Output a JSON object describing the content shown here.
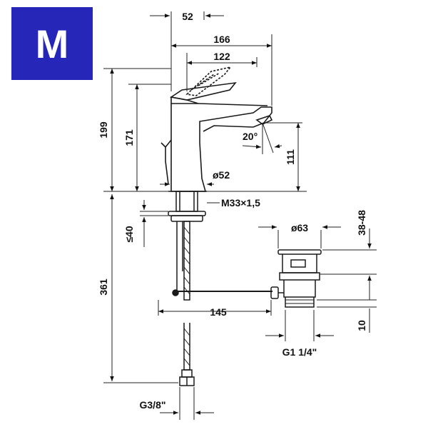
{
  "badge": {
    "letter": "M",
    "color": "#2626b8"
  },
  "colors": {
    "line": "#1a1a1a",
    "dim": "#222222"
  },
  "dimensions": {
    "top_width": "52",
    "overall_reach": "166",
    "spout_reach": "122",
    "total_height": "199",
    "body_height": "171",
    "spout_height": "111",
    "spout_angle": "20°",
    "base_diameter": "ø52",
    "mount_thread": "M33×1,5",
    "max_deck_thickness": "≤40",
    "hose_length": "361",
    "rod_length": "145",
    "waste_diameter": "ø63",
    "waste_range": "38-48",
    "waste_thread_height": "10",
    "waste_thread": "G1 1/4\"",
    "hose_thread": "G3/8\""
  }
}
